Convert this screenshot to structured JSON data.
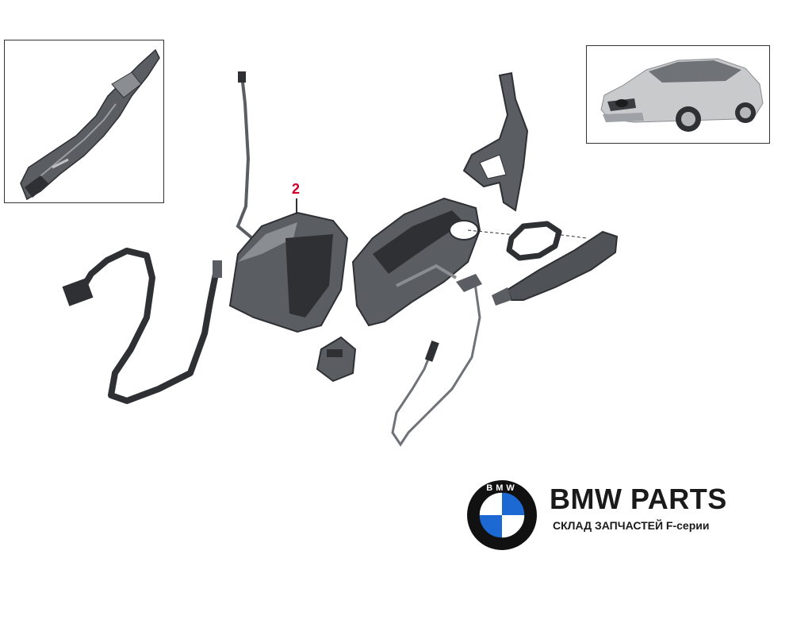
{
  "diagram": {
    "callout_number": "2",
    "colors": {
      "part_fill": "#5a5d62",
      "part_dark": "#2e3034",
      "part_light": "#8a8d92",
      "callout": "#d0002a",
      "car_body": "#c9cacc"
    }
  },
  "insets": {
    "left": {
      "icon": "door-frame-detail-icon"
    },
    "right": {
      "icon": "car-icon"
    }
  },
  "brand": {
    "title": "BMW PARTS",
    "subtitle": "СКЛАД ЗАПЧАСТЕЙ F-серии",
    "logo_letters": "BMW",
    "colors": {
      "blue": "#1c69d4",
      "ring": "#111111"
    }
  }
}
